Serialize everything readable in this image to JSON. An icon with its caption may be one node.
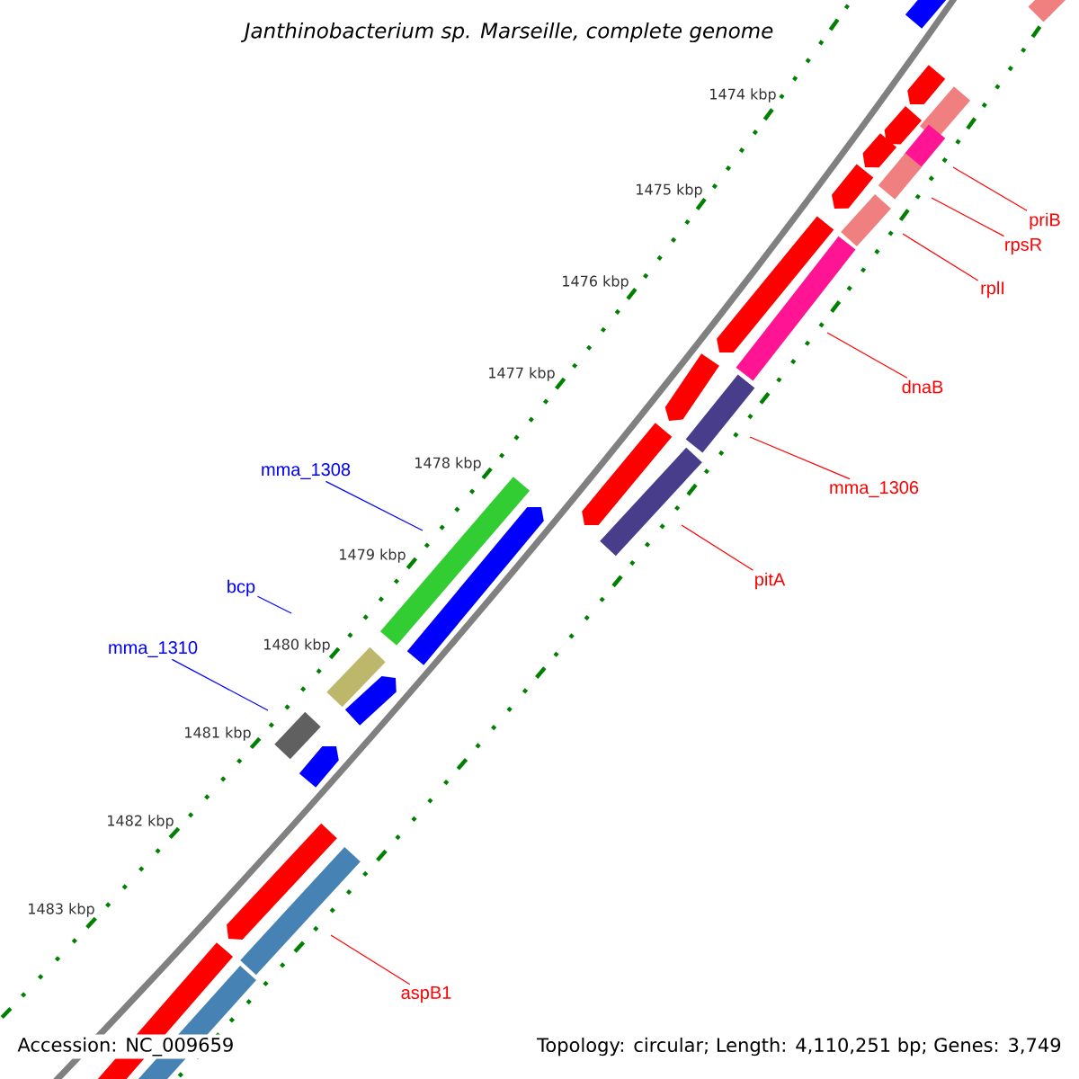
{
  "diagram": {
    "title": "Janthinobacterium sp. Marseille, complete genome",
    "nodes": [
      {
        "text": [
          "priB"
        ]
      },
      {
        "text": [
          "rpsR"
        ]
      },
      {
        "text": [
          "rplI"
        ]
      },
      {
        "text": [
          "dnaB"
        ]
      },
      {
        "text": [
          "mma_1306"
        ]
      },
      {
        "text": [
          "pitA"
        ]
      },
      {
        "text": [
          "aspB1"
        ]
      },
      {
        "text": [
          "mma_1308"
        ]
      },
      {
        "text": [
          "bcp"
        ]
      },
      {
        "text": [
          "mma_1310"
        ]
      }
    ],
    "edges": [
      {
        "from": 0,
        "to": null,
        "arrow": "none"
      },
      {
        "from": 1,
        "to": null,
        "arrow": "none"
      },
      {
        "from": 2,
        "to": null,
        "arrow": "none"
      },
      {
        "from": 3,
        "to": null,
        "arrow": "none"
      },
      {
        "from": 4,
        "to": null,
        "arrow": "none"
      },
      {
        "from": 5,
        "to": null,
        "arrow": "none"
      },
      {
        "from": 6,
        "to": null,
        "arrow": "none"
      },
      {
        "from": 7,
        "to": null,
        "arrow": "none",
        "color": "#0000ff"
      },
      {
        "from": 8,
        "to": null,
        "arrow": "none",
        "color": "#0000ff"
      },
      {
        "from": 9,
        "to": null,
        "arrow": "none",
        "color": "#0000ff"
      }
    ],
    "labels": [
      "1474 kbp",
      "1475 kbp",
      "1476 kbp",
      "1477 kbp",
      "1478 kbp",
      "1479 kbp",
      "1480 kbp",
      "1481 kbp",
      "1482 kbp",
      "1483 kbp",
      "Accession: NC_009659",
      "Topology: circular; Length: 4,110,251 bp; Genes: 3,749"
    ]
  }
}
